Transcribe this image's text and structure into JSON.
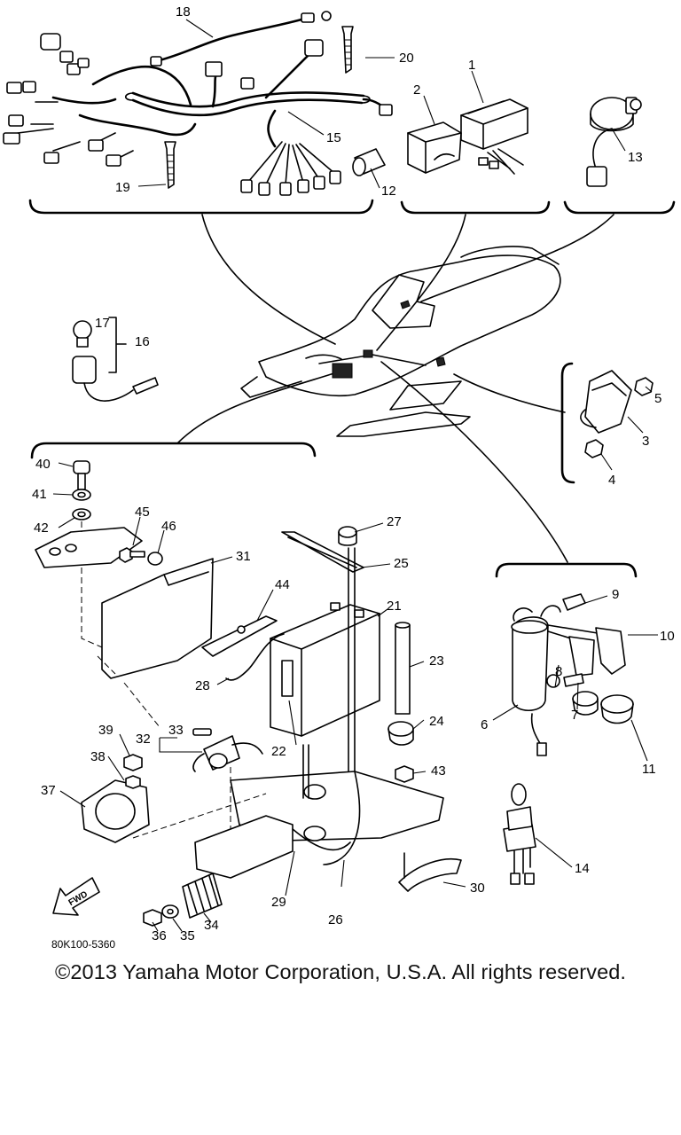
{
  "callouts": [
    "1",
    "2",
    "3",
    "4",
    "5",
    "6",
    "7",
    "8",
    "9",
    "10",
    "11",
    "12",
    "13",
    "14",
    "15",
    "16",
    "17",
    "18",
    "19",
    "20",
    "21",
    "22",
    "23",
    "24",
    "25",
    "26",
    "27",
    "28",
    "29",
    "30",
    "31",
    "32",
    "33",
    "34",
    "35",
    "36",
    "37",
    "38",
    "39",
    "40",
    "41",
    "42",
    "43",
    "44",
    "45",
    "46"
  ],
  "drawing_code": "80K100-5360",
  "fwd_label": "FWD",
  "copyright": "©2013 Yamaha Motor Corporation, U.S.A. All rights reserved."
}
